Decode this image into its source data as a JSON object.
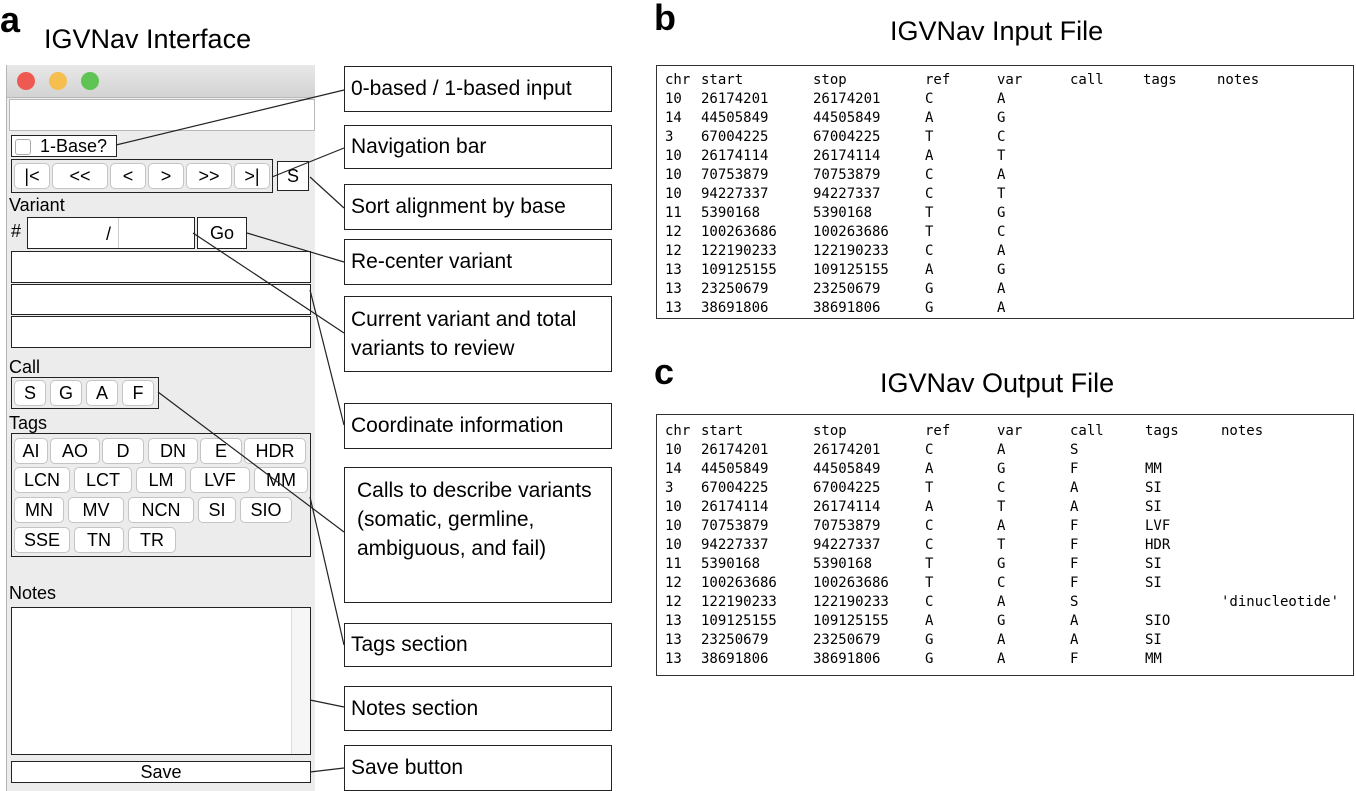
{
  "panel_a": {
    "letter": "a",
    "title": "IGVNav Interface",
    "checkbox_label": "1-Base?",
    "nav_buttons": [
      "|<",
      "<<",
      "<",
      ">",
      ">>",
      ">|"
    ],
    "sort_button": "S",
    "variant_label": "Variant",
    "hash": "#",
    "slash": "/",
    "go_button": "Go",
    "call_label": "Call",
    "call_buttons": [
      "S",
      "G",
      "A",
      "F"
    ],
    "tags_label": "Tags",
    "tag_buttons": [
      [
        "AI",
        "AO",
        "D",
        "DN",
        "E",
        "HDR"
      ],
      [
        "LCN",
        "LCT",
        "LM",
        "LVF",
        "MM"
      ],
      [
        "MN",
        "MV",
        "NCN",
        "SI",
        "SIO"
      ],
      [
        "SSE",
        "TN",
        "TR"
      ]
    ],
    "notes_label": "Notes",
    "save_button": "Save",
    "callouts": [
      "0-based / 1-based input",
      "Navigation bar",
      "Sort alignment by base",
      "Re-center variant",
      "Current variant and total variants to review",
      "Coordinate information",
      "Calls to describe variants (somatic, germline, ambiguous, and fail)",
      "Tags section",
      "Notes section",
      "Save button"
    ]
  },
  "panel_b": {
    "letter": "b",
    "title": "IGVNav Input File",
    "headers": [
      "chr",
      "start",
      "stop",
      "ref",
      "var",
      "call",
      "tags",
      "notes"
    ],
    "rows": [
      [
        "10",
        "26174201",
        "26174201",
        "C",
        "A",
        "",
        "",
        ""
      ],
      [
        "14",
        "44505849",
        "44505849",
        "A",
        "G",
        "",
        "",
        ""
      ],
      [
        "3",
        "67004225",
        "67004225",
        "T",
        "C",
        "",
        "",
        ""
      ],
      [
        "10",
        "26174114",
        "26174114",
        "A",
        "T",
        "",
        "",
        ""
      ],
      [
        "10",
        "70753879",
        "70753879",
        "C",
        "A",
        "",
        "",
        ""
      ],
      [
        "10",
        "94227337",
        "94227337",
        "C",
        "T",
        "",
        "",
        ""
      ],
      [
        "11",
        "5390168",
        "5390168",
        "T",
        "G",
        "",
        "",
        ""
      ],
      [
        "12",
        "100263686",
        "100263686",
        "T",
        "C",
        "",
        "",
        ""
      ],
      [
        "12",
        "122190233",
        "122190233",
        "C",
        "A",
        "",
        "",
        ""
      ],
      [
        "13",
        "109125155",
        "109125155",
        "A",
        "G",
        "",
        "",
        ""
      ],
      [
        "13",
        "23250679",
        "23250679",
        "G",
        "A",
        "",
        "",
        ""
      ],
      [
        "13",
        "38691806",
        "38691806",
        "G",
        "A",
        "",
        "",
        ""
      ]
    ]
  },
  "panel_c": {
    "letter": "c",
    "title": "IGVNav Output File",
    "headers": [
      "chr",
      "start",
      "stop",
      "ref",
      "var",
      "call",
      "tags",
      "notes"
    ],
    "rows": [
      [
        "10",
        "26174201",
        "26174201",
        "C",
        "A",
        "S",
        "",
        ""
      ],
      [
        "14",
        "44505849",
        "44505849",
        "A",
        "G",
        "F",
        "MM",
        ""
      ],
      [
        "3",
        "67004225",
        "67004225",
        "T",
        "C",
        "A",
        "SI",
        ""
      ],
      [
        "10",
        "26174114",
        "26174114",
        "A",
        "T",
        "A",
        "SI",
        ""
      ],
      [
        "10",
        "70753879",
        "70753879",
        "C",
        "A",
        "F",
        "LVF",
        ""
      ],
      [
        "10",
        "94227337",
        "94227337",
        "C",
        "T",
        "F",
        "HDR",
        ""
      ],
      [
        "11",
        "5390168",
        "5390168",
        "T",
        "G",
        "F",
        "SI",
        ""
      ],
      [
        "12",
        "100263686",
        "100263686",
        "T",
        "C",
        "F",
        "SI",
        ""
      ],
      [
        "12",
        "122190233",
        "122190233",
        "C",
        "A",
        "S",
        "",
        "'dinucleotide'"
      ],
      [
        "13",
        "109125155",
        "109125155",
        "A",
        "G",
        "A",
        "SIO",
        ""
      ],
      [
        "13",
        "23250679",
        "23250679",
        "G",
        "A",
        "A",
        "SI",
        ""
      ],
      [
        "13",
        "38691806",
        "38691806",
        "G",
        "A",
        "F",
        "MM",
        ""
      ]
    ]
  },
  "colors": {
    "close": "#ee5a52",
    "minimize": "#f5be4f",
    "zoom": "#5fc454",
    "window_bg": "#ececec"
  }
}
